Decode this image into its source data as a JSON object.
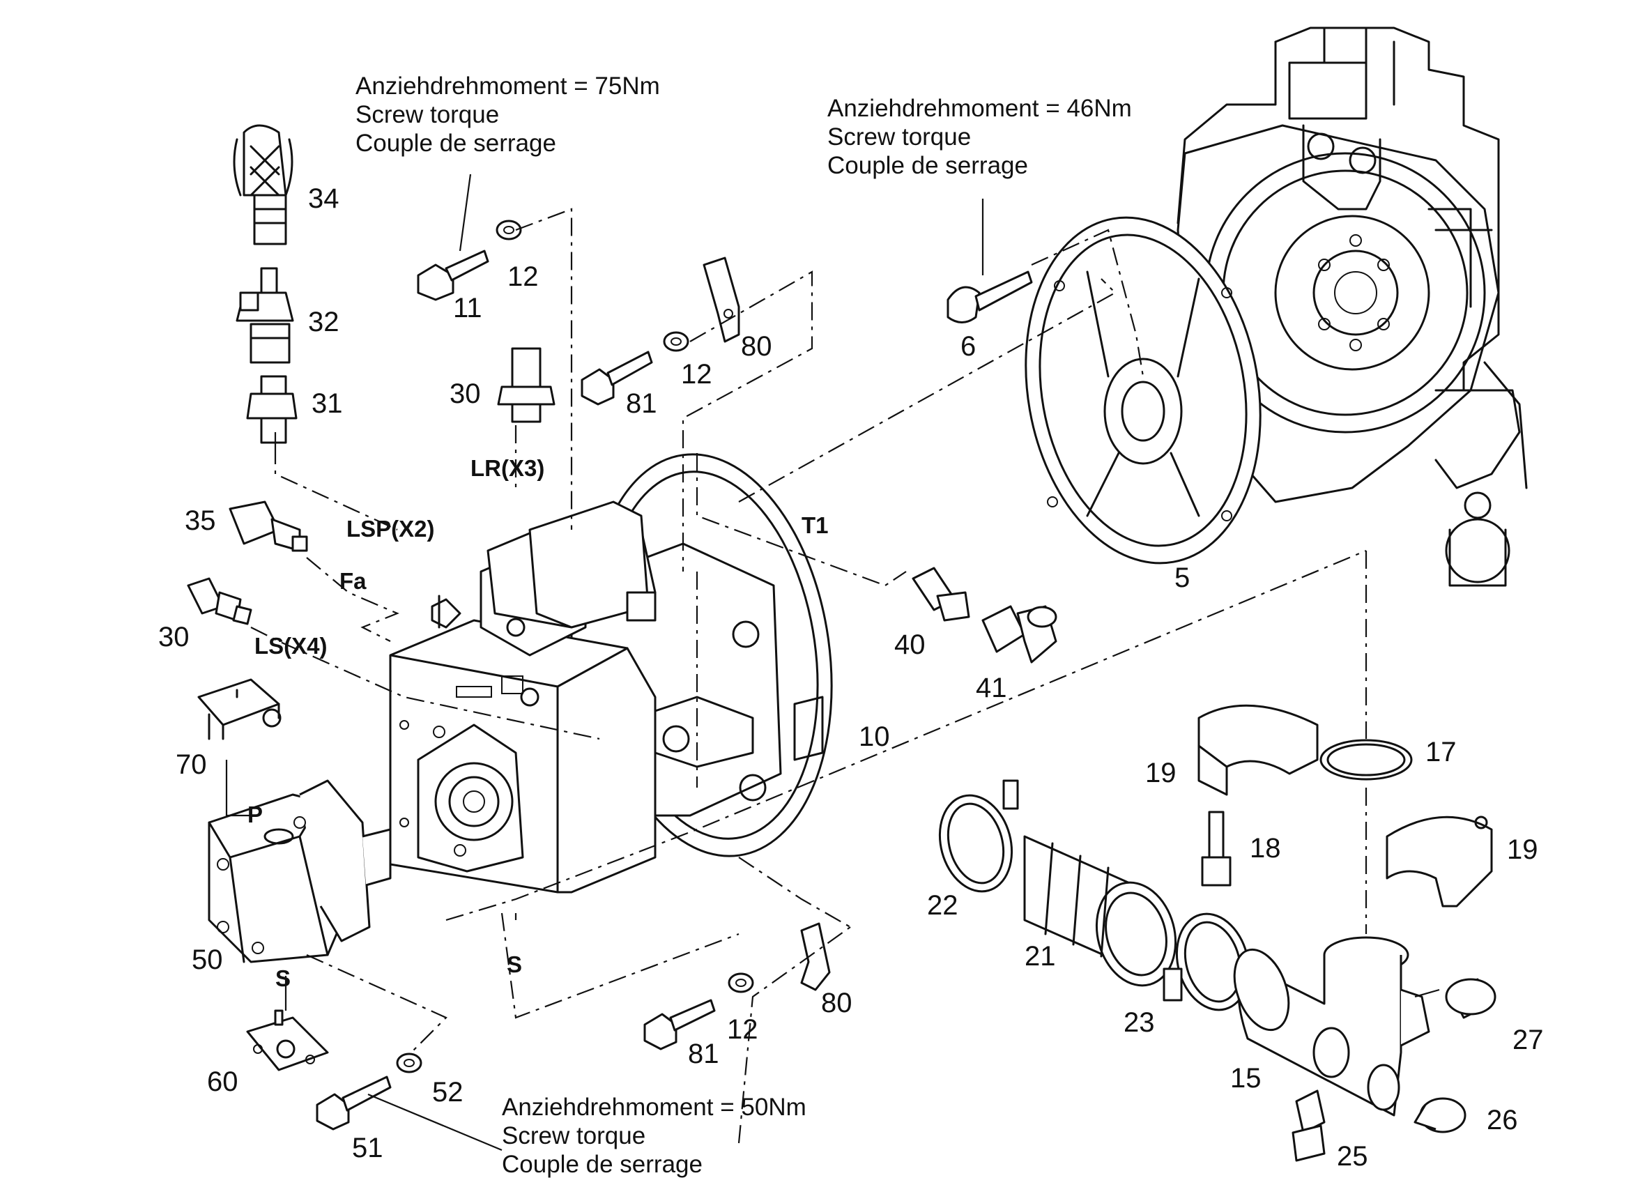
{
  "notes": {
    "torque_75": [
      "Anziehdrehmoment = 75Nm",
      "Screw torque",
      "Couple de serrage"
    ],
    "torque_46": [
      "Anziehdrehmoment = 46Nm",
      "Screw torque",
      "Couple de serrage"
    ],
    "torque_50": [
      "Anziehdrehmoment = 50Nm",
      "Screw torque",
      "Couple de serrage"
    ]
  },
  "ports": {
    "lr_x3": "LR(X3)",
    "lsp_x2": "LSP(X2)",
    "fa": "Fa",
    "ls_x4": "LS(X4)",
    "t1": "T1",
    "p": "P",
    "s_gear_pump": "S",
    "s_main_pump": "S"
  },
  "parts": {
    "p34": "34",
    "p32": "32",
    "p31": "31",
    "p35": "35",
    "p30a": "30",
    "p30b": "30",
    "p11": "11",
    "p12a": "12",
    "p12b": "12",
    "p12c": "12",
    "p80a": "80",
    "p80b": "80",
    "p81a": "81",
    "p81b": "81",
    "p6": "6",
    "p5": "5",
    "p10": "10",
    "p40": "40",
    "p41": "41",
    "p70": "70",
    "p50": "50",
    "p60": "60",
    "p51": "51",
    "p52": "52",
    "p17": "17",
    "p19a": "19",
    "p19b": "19",
    "p18": "18",
    "p22": "22",
    "p21": "21",
    "p23": "23",
    "p15": "15",
    "p27": "27",
    "p26": "26",
    "p25": "25"
  }
}
